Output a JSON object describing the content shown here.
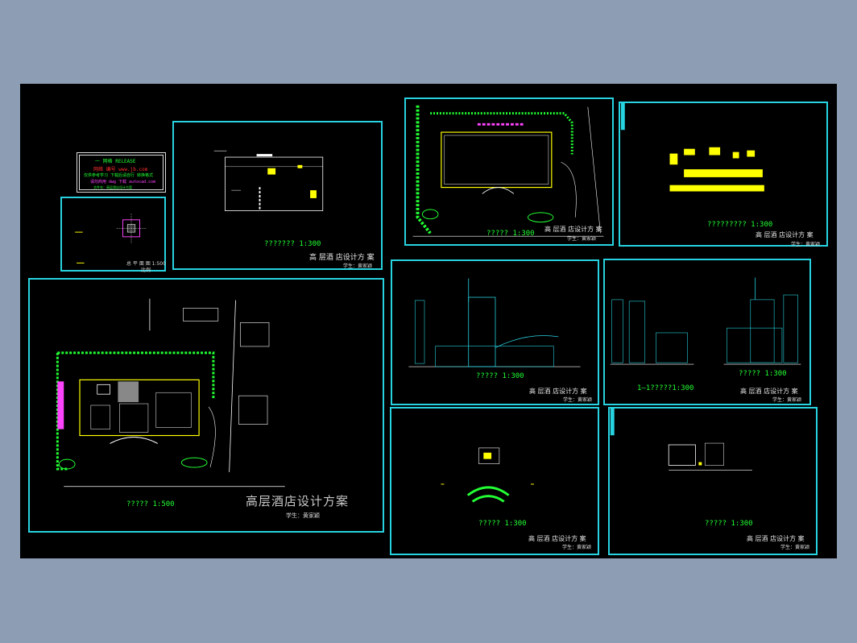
{
  "release": {
    "l1": "一 网格    RELEASE",
    "l2": "网络 编号   www.jb.com",
    "l3": "仅供参考学习 下载后请自行 转换格式",
    "l4": "请勿商用 dwg 下载 autocad.com",
    "l5": "文件名：高层酒店设计方案"
  },
  "project_title": "高层酒店设计方案",
  "project_title_short": "高 层酒 店设计方 案",
  "student_label": "学生：黄家颖",
  "sheets": {
    "s1": {
      "caption": "总 平 面 图 1:500",
      "sub": "比例"
    },
    "s2": {
      "scale": "??????? 1:300",
      "title": "高 层酒 店设计方 案",
      "sub": "学生：黄家颖"
    },
    "s3": {
      "scale": "????? 1:300",
      "title": "高 层酒 店设计方 案",
      "sub": "学生：黄家颖"
    },
    "s4": {
      "scale": "????????? 1:300",
      "title": "高 层酒 店设计方 案",
      "sub": "学生：黄家颖"
    },
    "s5": {
      "scale": "????? 1:500",
      "title": "高 层酒 店设计方 案",
      "sub": "学生：黄家颖"
    },
    "s6": {
      "scale": "????? 1:300",
      "title": "高 层酒 店设计方 案",
      "sub": "学生：黄家颖"
    },
    "s7": {
      "scale": "????? 1:300",
      "scale2": "1—1?????1:300",
      "title": "高 层酒 店设计方 案",
      "sub": "学生：黄家颖"
    },
    "s8": {
      "scale": "????? 1:300",
      "title": "高 层酒 店设计方 案",
      "sub": "学生：黄家颖"
    },
    "s9": {
      "scale": "????? 1:300",
      "title": "高 层酒 店设计方 案",
      "sub": "学生：黄家颖"
    }
  }
}
